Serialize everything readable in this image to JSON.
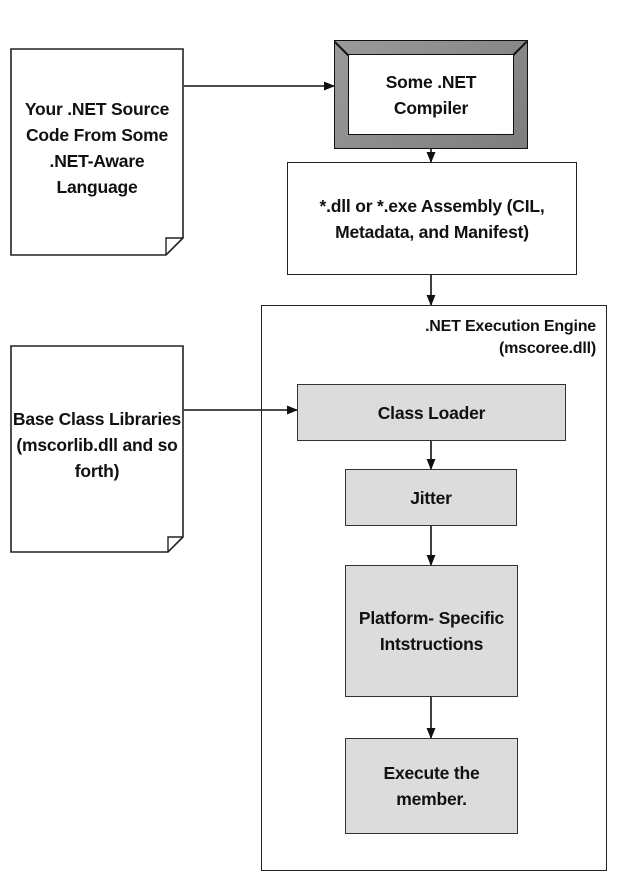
{
  "source_doc": {
    "lines": [
      "Your .NET",
      "Source Code",
      "From Some",
      ".NET-Aware",
      "Language"
    ]
  },
  "compiler": {
    "lines": [
      "Some .NET",
      "Compiler"
    ]
  },
  "assembly": {
    "lines": [
      "*.dll or *.exe",
      "Assembly",
      "(CIL, Metadata, and Manifest)"
    ]
  },
  "engine": {
    "title_lines": [
      ".NET Execution Engine",
      "(mscoree.dll)"
    ]
  },
  "bcl_doc": {
    "lines": [
      "Base Class",
      "Libraries",
      "",
      "(mscorlib.dll",
      "and so forth)"
    ]
  },
  "class_loader": {
    "label": "Class Loader"
  },
  "jitter": {
    "label": "Jitter"
  },
  "platform": {
    "lines": [
      "Platform-",
      "Specific",
      "Intstructions"
    ]
  },
  "execute": {
    "lines": [
      "Execute the",
      "member."
    ]
  },
  "colors": {
    "process_fill": "#dcdcdc",
    "stroke": "#222222",
    "bevel": "#8a8a8a"
  }
}
